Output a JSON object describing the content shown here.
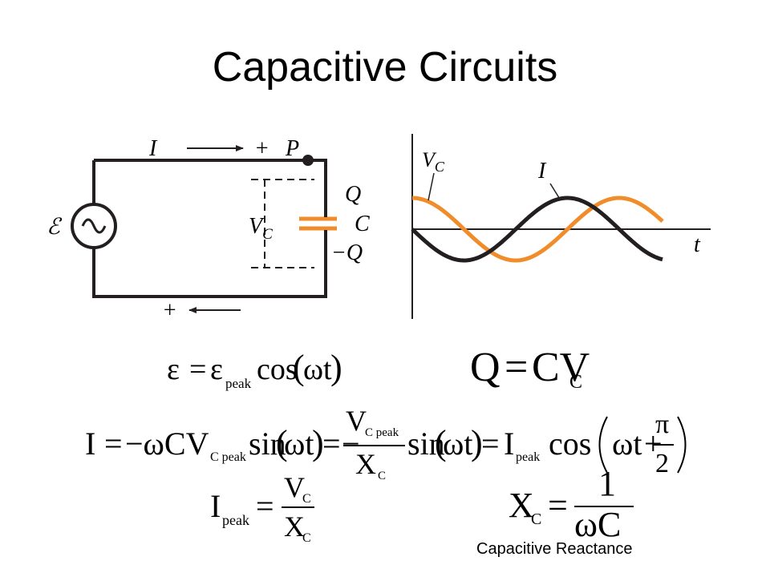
{
  "title": "Capacitive Circuits",
  "circuit": {
    "current_label": "I",
    "plus_top": "+",
    "point_label": "P",
    "emf_symbol": "ℰ",
    "vc_main": "V",
    "vc_sub": "C",
    "charge_pos": "Q",
    "cap_label": "C",
    "charge_neg": "−Q",
    "plus_bottom": "+"
  },
  "graph": {
    "vc_main": "V",
    "vc_sub": "C",
    "current_label": "I",
    "time_label": "t",
    "colors": {
      "vc": "#f08c2a",
      "current": "#231f20"
    }
  },
  "equations": {
    "emf": {
      "lhs": "ε",
      "eq": "=",
      "e": "ε",
      "sub": "peak",
      "func": "cos",
      "lp": "(",
      "arg": "ωt",
      "rp": ")"
    },
    "charge": {
      "lhs": "Q",
      "eq": "=",
      "rhs": "CV",
      "sub": "C"
    },
    "current": {
      "lhs": "I",
      "eq1": "=",
      "t1": "−ωCV",
      "t1sub": "C peak",
      "sin1": "sin",
      "lp1": "(",
      "arg1": "ωt",
      "rp1": ")",
      "eq2": "=",
      "minus": "−",
      "num": "V",
      "numsub": "C peak",
      "den": "X",
      "densub": "C",
      "sin2": "sin",
      "lp2": "(",
      "arg2": "ωt",
      "rp2": ")",
      "eq3": "=",
      "ip": "I",
      "ipsub": "peak",
      "cos": "cos",
      "wt": "ωt",
      "plus": "+",
      "pi": "π",
      "two": "2"
    },
    "ipeak": {
      "lhs": "I",
      "lhssub": "peak",
      "eq": "=",
      "num": "V",
      "numsub": "C",
      "den": "X",
      "densub": "C"
    },
    "xc": {
      "lhs": "X",
      "lhssub": "C",
      "eq": "=",
      "num": "1",
      "den": "ωC"
    }
  },
  "caption": "Capacitive Reactance"
}
